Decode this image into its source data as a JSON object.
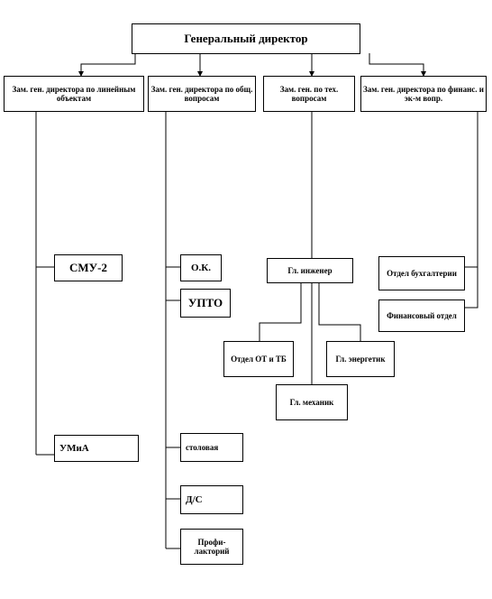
{
  "nodes": {
    "gen_dir": "Генеральный директор",
    "dep_linear": "Зам. ген. директора по линейным объектам",
    "dep_general": "Зам. ген. директора по общ. вопросам",
    "dep_tech": "Зам. ген. по тех. вопросам",
    "dep_finance": "Зам. ген. директора по финанс. и эк-м вопр.",
    "smu2": "СМУ-2",
    "umia": "УМиА",
    "ok": "О.К.",
    "upto": "УПТО",
    "canteen": "столовая",
    "kindergarten": "Д/С",
    "sanatorium": "Профи- лакторий",
    "chief_engineer": "Гл. инженер",
    "safety_dept": "Отдел ОТ и ТБ",
    "chief_energy": "Гл. энергетик",
    "chief_mechanic": "Гл. механик",
    "accounting": "Отдел бухгалтерии",
    "financial_dept": "Финансовый отдел"
  }
}
